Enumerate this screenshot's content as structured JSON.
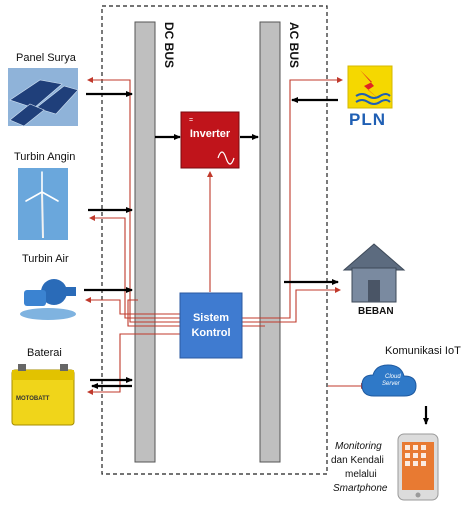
{
  "buses": {
    "dc": "DC BUS",
    "ac": "AC BUS"
  },
  "components": {
    "inverter": "Inverter",
    "control_line1": "Sistem",
    "control_line2": "Kontrol"
  },
  "sources": {
    "solar": "Panel Surya",
    "wind": "Turbin Angin",
    "hydro": "Turbin Air",
    "battery": "Baterai",
    "battery_brand": "MOTOBATT"
  },
  "grid": {
    "label": "PLN"
  },
  "load": {
    "label": "BEBAN"
  },
  "iot": {
    "label": "Komunikasi IoT",
    "cloud_line1": "Cloud",
    "cloud_line2": "Server",
    "caption_line1": "Monitoring",
    "caption_line2": "dan Kendali",
    "caption_line3": "melalui",
    "caption_line4": "Smartphone"
  },
  "colors": {
    "bus_fill": "#bfbfbf",
    "inverter_fill": "#c0141b",
    "control_fill": "#3f7bd0",
    "signal_line": "#c0392b",
    "power_arrow": "#000000",
    "pln_yellow": "#f5d800",
    "pln_blue": "#1f5fb4"
  }
}
